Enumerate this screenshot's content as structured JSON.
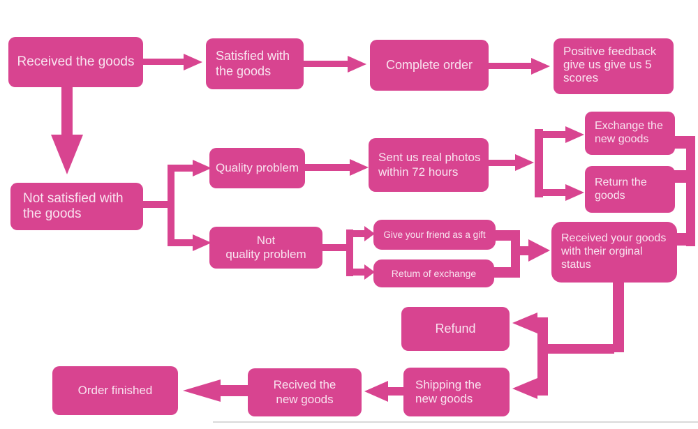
{
  "diagram": {
    "type": "flowchart",
    "colors": {
      "node_fill": "#d84490",
      "node_text": "#f9e4f0",
      "background": "#ffffff",
      "bottom_edge_line": "#d9d9d9"
    }
  },
  "nodes": {
    "received_goods": {
      "label": "Received the goods"
    },
    "satisfied_goods": {
      "label": "Satisfied with\nthe goods"
    },
    "complete_order": {
      "label": "Complete order"
    },
    "positive_feedback": {
      "label": "Positive feedback\ngive us give us 5\nscores"
    },
    "not_satisfied": {
      "label": "Not satisfied with\nthe goods"
    },
    "quality_problem": {
      "label": "Quality problem"
    },
    "not_quality_problem": {
      "label": "Not\nquality problem"
    },
    "sent_photos": {
      "label": "Sent us real photos\nwithin 72 hours"
    },
    "exchange_new_goods": {
      "label": "Exchange the\nnew goods"
    },
    "return_goods": {
      "label": "Return the\ngoods"
    },
    "give_friend_gift": {
      "label": "Give your friend as a gift"
    },
    "return_of_exchange": {
      "label": "Retum of exchange"
    },
    "received_original_status": {
      "label": "Received your goods\nwith their orginal\nstatus"
    },
    "refund": {
      "label": "Refund"
    },
    "shipping_new_goods": {
      "label": "Shipping the\nnew goods"
    },
    "recived_new_goods": {
      "label": "Recived the\nnew goods"
    },
    "order_finished": {
      "label": "Order finished"
    }
  },
  "edges": [
    {
      "from": "received_goods",
      "to": "satisfied_goods"
    },
    {
      "from": "satisfied_goods",
      "to": "complete_order"
    },
    {
      "from": "complete_order",
      "to": "positive_feedback"
    },
    {
      "from": "received_goods",
      "to": "not_satisfied"
    },
    {
      "from": "not_satisfied",
      "to": "quality_problem"
    },
    {
      "from": "not_satisfied",
      "to": "not_quality_problem"
    },
    {
      "from": "quality_problem",
      "to": "sent_photos"
    },
    {
      "from": "sent_photos",
      "to": "exchange_new_goods"
    },
    {
      "from": "sent_photos",
      "to": "return_goods"
    },
    {
      "from": "exchange_new_goods",
      "to": "received_original_status"
    },
    {
      "from": "return_goods",
      "to": "received_original_status"
    },
    {
      "from": "not_quality_problem",
      "to": "give_friend_gift"
    },
    {
      "from": "not_quality_problem",
      "to": "return_of_exchange"
    },
    {
      "from": "give_friend_gift",
      "to": "received_original_status"
    },
    {
      "from": "return_of_exchange",
      "to": "received_original_status"
    },
    {
      "from": "received_original_status",
      "to": "refund"
    },
    {
      "from": "received_original_status",
      "to": "shipping_new_goods"
    },
    {
      "from": "shipping_new_goods",
      "to": "recived_new_goods"
    },
    {
      "from": "recived_new_goods",
      "to": "order_finished"
    }
  ]
}
